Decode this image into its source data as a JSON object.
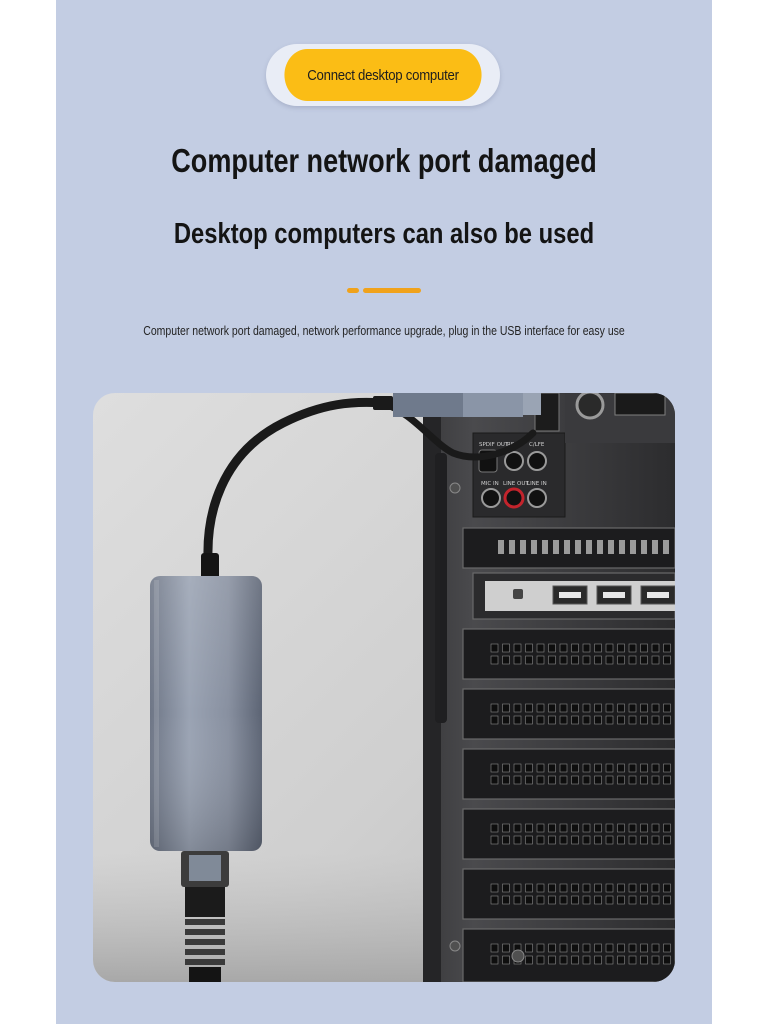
{
  "badge": {
    "label": "Connect desktop computer"
  },
  "headline": {
    "primary": "Computer network port damaged",
    "secondary": "Desktop computers can also be used"
  },
  "caption": "Computer network port damaged, network performance upgrade, plug in the USB interface for easy use",
  "accent_color": "#f0a21b",
  "badge_color": "#fbbd15",
  "panel_color": "#c3cde3",
  "photo": {
    "audio_labels": {
      "spdif": "SPDIF OUT",
      "rear": "REAR",
      "clfe": "C/LFE",
      "mic": "MIC IN",
      "line_out": "LINE OUT",
      "line_in": "LINE IN"
    }
  }
}
